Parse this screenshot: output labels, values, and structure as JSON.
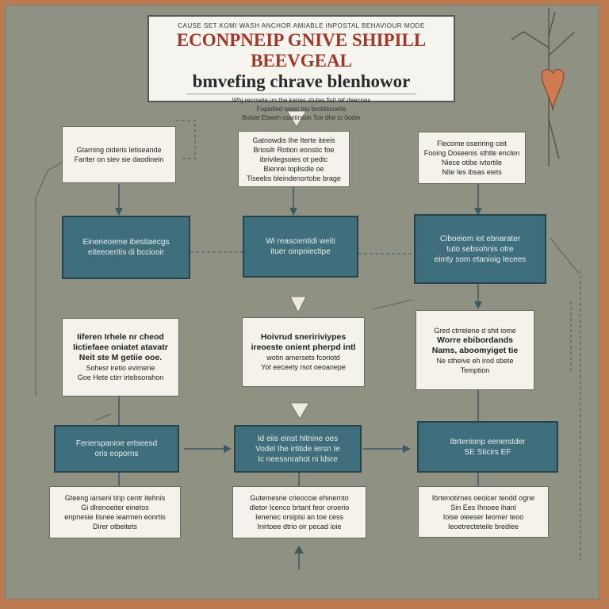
{
  "title": {
    "kicker": "CAUSE SET  KOMI  WASH ANCHOR AMIABLE INPOSTAL BEHAVIOUR MODE",
    "line1": "ECONPNEIP GNIVE SHIPILL BEEVGEAL",
    "line2": "bmvefing chrave blenhowor",
    "sub1": "Whj recroete un the kanes stutes fisit tef deecnes",
    "sub2": "Fopistied owes tou brotdesuetis",
    "sub3": "Bolset Elseeh ostetirsion Toe dhe to 0oder"
  },
  "nodes": {
    "n1": [
      "Gtarning oideris letiseande",
      "Fariter on siev sie daodinein"
    ],
    "n2": [
      "Gatnowdis Ihe Iterte iteeis",
      "Briosilr  Rotion eonstic foe",
      "ibrivilegsoies ot pedic",
      "Bienrei toplisdle oe",
      "Tiseebs bleindenortobe brage"
    ],
    "n3": [
      "Flecome oseriring ceit",
      "Fooing Doseenis sthtle enclen",
      "Niece otibe ivtortile",
      "Nite Ies ibsas eiets"
    ],
    "n4": [
      "Eineneoeme ibestiaecgs",
      "eiteeoeritis di bcciooir"
    ],
    "n5": [
      "Wi reascientidi weiti",
      "ituer oinpniectipe"
    ],
    "n6": [
      "Ciboeiom iot ebnarater",
      "tuto sebsohnis otre",
      "eimty som etanioig Iecees"
    ],
    "n7": [
      "Iiferen Irhele nr cheod",
      "Iictiefaee oniatet atavatr",
      "Neit ste M getiie ooe.",
      "Sohesr iretio evimerie",
      "Goe Hete ctirr irtebsorahon"
    ],
    "n8": [
      "Hoivrud sneririviypes",
      "ireoeste onient pherpd intl",
      "wotin amersets fcoriotd",
      "Yot eeceety rsot oeoanepe"
    ],
    "n9": [
      "Gred ctrrelene d shit iome",
      "Worre ebibordands",
      "Nams, aboomyiget tie",
      "Ne stheive eh irod sbete",
      "Temption"
    ],
    "n10": [
      "Ferierspanioe ertseesd",
      "oris eoporns"
    ],
    "n11": [
      "Id eiis einst hitnine oes",
      "Vodel Ihe irtitide iersn Ie",
      "Ic neessnrahot ni ldsre"
    ],
    "n12": [
      "Ibrtenionp eenerstder",
      "SE Sticirs EF"
    ],
    "n13": [
      "Gteeng iarseni tirip centr itehnis",
      "Gi dlrenoeiter einetos",
      "enpnesie Iisnee iearmen eonrtis",
      "Direr otbeitets"
    ],
    "n14": [
      "Gutemesrie crieoccie ehinernto",
      "dletor Icenco brtant feor oroerio",
      "Ienenec orsipisi an toe cess",
      "Inirtoee dtrio oir pecad ioie"
    ],
    "n15": [
      "Ibrtenotirnes oeoicer tendd ogne",
      "Sin Ees Ihnoee ihanl",
      "Ioise oieeser Ieomer teoo",
      "Ieoetrecteteile brediee"
    ]
  }
}
